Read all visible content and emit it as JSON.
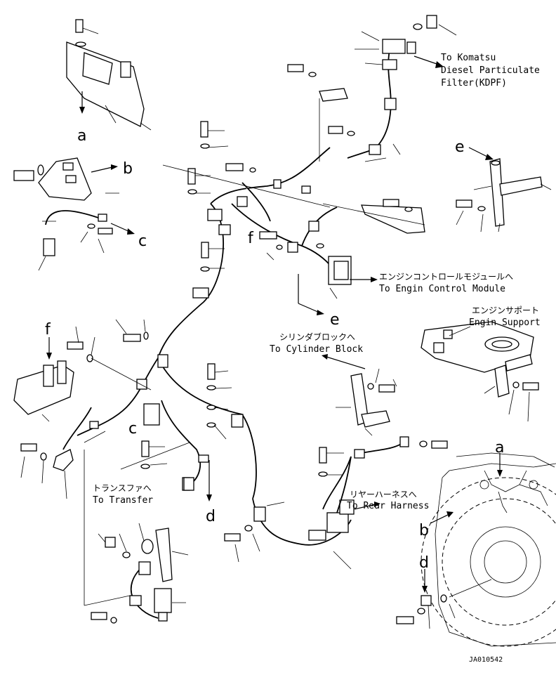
{
  "callouts": {
    "kdpf": [
      "To Komatsu",
      "Diesel Particulate",
      "Filter(KDPF)"
    ],
    "ecm_jp": "エンジンコントロールモジュールへ",
    "ecm_en": "To Engin Control Module",
    "support_jp": "エンジンサポート",
    "support_en": "Engin Support",
    "cyl_jp": "シリンダブロックへ",
    "cyl_en": "To Cylinder Block",
    "transfer_jp": "トランスファへ",
    "transfer_en": "To Transfer",
    "rear_jp": "リヤーハーネスへ",
    "rear_en": "To Rear Harness"
  },
  "letters": {
    "a1": "a",
    "b1": "b",
    "c1": "c",
    "e1": "e",
    "f1": "f",
    "e2": "e",
    "f2": "f",
    "c2": "c",
    "d1": "d",
    "a2": "a",
    "b2": "b",
    "d2": "d"
  },
  "drawing_code": "JA010542"
}
